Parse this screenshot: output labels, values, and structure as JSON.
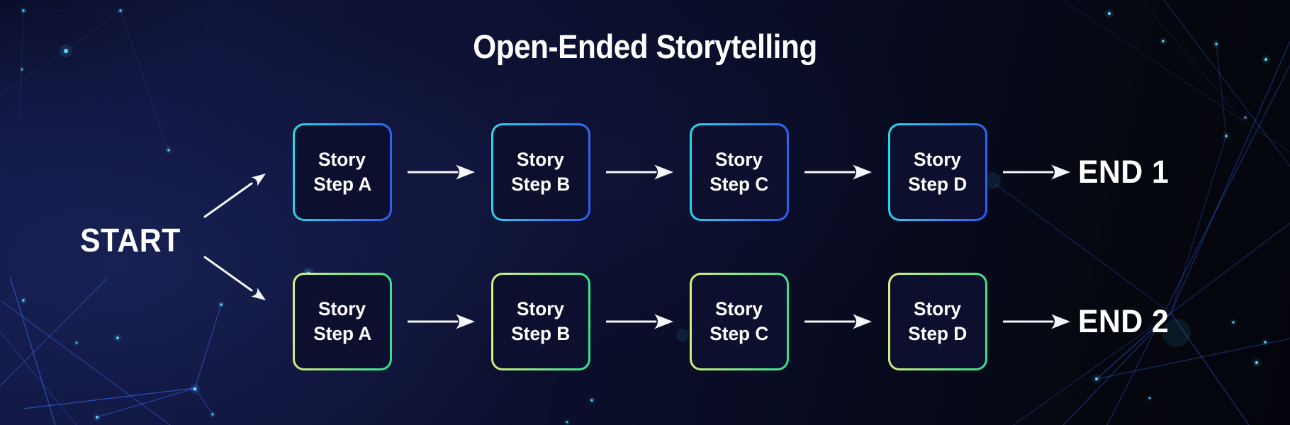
{
  "title": "Open-Ended Storytelling",
  "start": {
    "label": "START"
  },
  "branches": [
    {
      "name": "branch-1",
      "end_label": "END 1",
      "border_gradient": [
        "#2BD9E9",
        "#2E5BF0"
      ],
      "steps": [
        {
          "line1": "Story",
          "line2": "Step A"
        },
        {
          "line1": "Story",
          "line2": "Step B"
        },
        {
          "line1": "Story",
          "line2": "Step C"
        },
        {
          "line1": "Story",
          "line2": "Step D"
        }
      ]
    },
    {
      "name": "branch-2",
      "end_label": "END 2",
      "border_gradient": [
        "#DCEE7C",
        "#2FE08D"
      ],
      "steps": [
        {
          "line1": "Story",
          "line2": "Step A"
        },
        {
          "line1": "Story",
          "line2": "Step B"
        },
        {
          "line1": "Story",
          "line2": "Step C"
        },
        {
          "line1": "Story",
          "line2": "Step D"
        }
      ]
    }
  ],
  "icons": {
    "flow_arrow": "arrow-right-icon",
    "branch_up": "arrow-up-right-icon",
    "branch_down": "arrow-down-right-icon"
  },
  "colors": {
    "background": "#0A0E2B",
    "background_dark_corner": "#04050C",
    "text": "#FFFFFF",
    "arrow": "#F4F6FB",
    "branch1_border_start": "#2BD9E9",
    "branch1_border_end": "#2E5BF0",
    "branch2_border_start": "#DCEE7C",
    "branch2_border_end": "#2FE08D",
    "node_fill": "#0C102E",
    "constellation_line": "#2F62E4",
    "constellation_dot": "#5CCDF5"
  }
}
